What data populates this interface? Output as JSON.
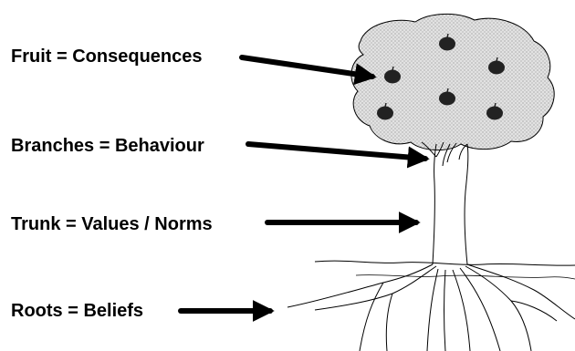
{
  "labels": {
    "fruit": "Fruit = Consequences",
    "branches": "Branches = Behaviour",
    "trunk": "Trunk = Values / Norms",
    "roots": "Roots = Beliefs"
  },
  "colors": {
    "ink": "#000000",
    "canopy_fill": "#d6d6d6",
    "fruit_fill": "#222222",
    "background": "#ffffff"
  }
}
